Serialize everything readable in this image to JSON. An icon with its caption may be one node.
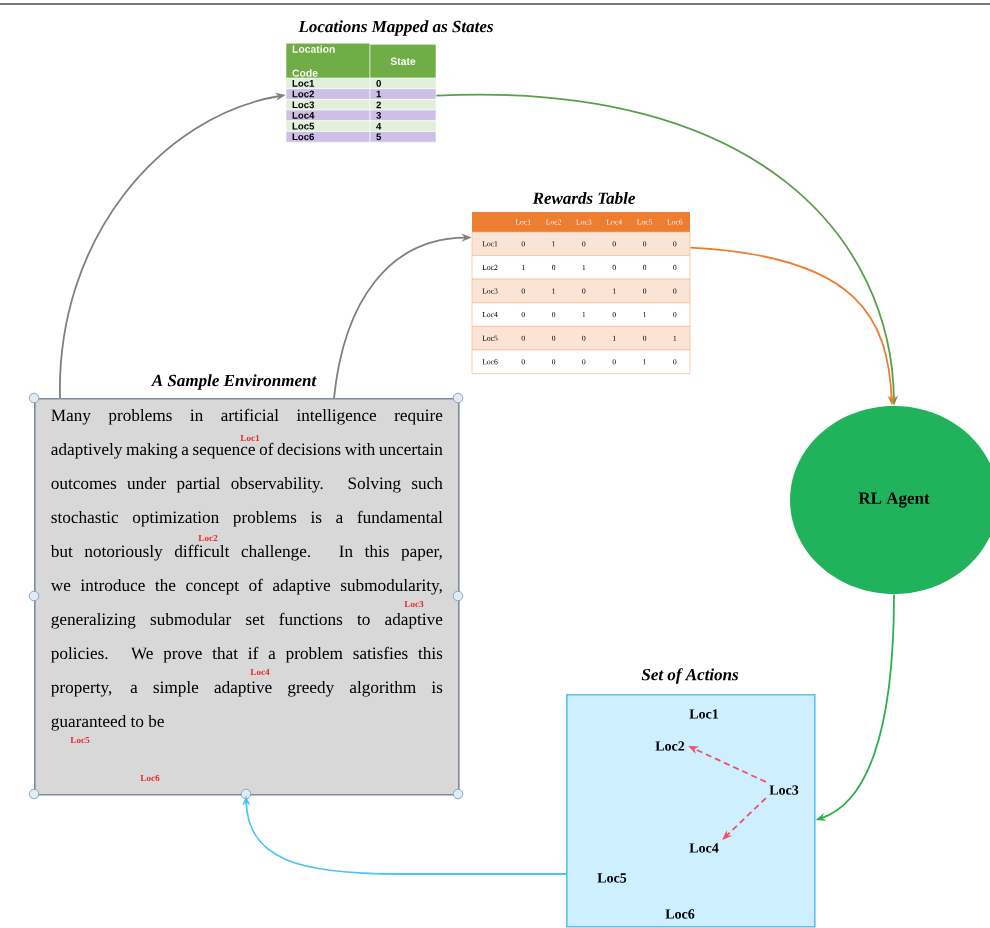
{
  "diagram": {
    "nodes": [
      {
        "text": [
          "Locations Mapped as States",
          "Location Code",
          "State",
          "Loc1",
          "0",
          "Loc2",
          "1",
          "Loc3",
          "2",
          "Loc4",
          "3",
          "Loc5",
          "4",
          "Loc6",
          "5"
        ]
      },
      {
        "text": [
          "Rewards Table",
          "Loc1",
          "Loc2",
          "Loc3",
          "Loc4",
          "Loc5",
          "Loc6",
          "Loc1",
          "0",
          "1",
          "0",
          "0",
          "0",
          "0",
          "Loc2",
          "1",
          "0",
          "1",
          "0",
          "0",
          "0",
          "Loc3",
          "0",
          "1",
          "0",
          "1",
          "0",
          "0",
          "Loc4",
          "0",
          "0",
          "1",
          "0",
          "1",
          "0",
          "Loc5",
          "0",
          "0",
          "0",
          "1",
          "0",
          "1",
          "Loc6",
          "0",
          "0",
          "0",
          "0",
          "1",
          "0"
        ]
      },
      {
        "text": [
          "A Sample Environment",
          "Many problems in artificial intelligence require adaptively making a sequence of decisions with uncertain outcomes under partial observability. Solving such stochastic optimization problems is a fundamental but notoriously difficult challenge. In this paper, we introduce the concept of adaptive submodularity, generalizing submodular set functions to adaptive policies. We prove that if a problem satisfies this property, a simple adaptive greedy algorithm is guaranteed to be"
        ]
      },
      {
        "text": [
          "RL Agent"
        ]
      },
      {
        "text": [
          "Set of Actions"
        ]
      },
      {
        "text": [
          "Loc1"
        ],
        "in": 4
      },
      {
        "text": [
          "Loc2"
        ],
        "in": 4
      },
      {
        "text": [
          "Loc3"
        ],
        "in": 4
      },
      {
        "text": [
          "Loc4"
        ],
        "in": 4
      },
      {
        "text": [
          "Loc5"
        ],
        "in": 4
      },
      {
        "text": [
          "Loc6"
        ],
        "in": 4
      }
    ],
    "edges": [
      {
        "from": 2,
        "to": 0,
        "arrow": "to"
      },
      {
        "from": 2,
        "to": 1,
        "arrow": "to"
      },
      {
        "from": 0,
        "to": 3,
        "arrow": "to",
        "color": "#5a9e4b"
      },
      {
        "from": 1,
        "to": 3,
        "arrow": "to",
        "color": "#ed7d31"
      },
      {
        "from": 3,
        "to": 4,
        "arrow": "to",
        "color": "#2fae4e"
      },
      {
        "from": 4,
        "to": 2,
        "arrow": "to",
        "color": "#4fc3f7"
      },
      {
        "from": 7,
        "to": 6,
        "arrow": "to",
        "style": "dashed",
        "color": "#f05060"
      },
      {
        "from": 7,
        "to": 8,
        "arrow": "to",
        "style": "dashed",
        "color": "#f05060"
      }
    ],
    "labels": [
      "Loc1",
      "Loc2",
      "Loc3",
      "Loc4",
      "Loc5",
      "Loc6"
    ]
  }
}
